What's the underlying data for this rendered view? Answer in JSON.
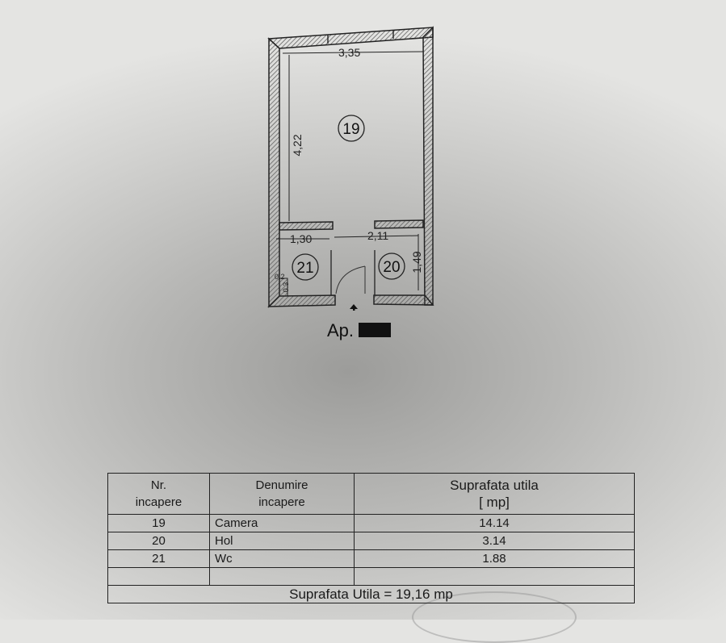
{
  "plan": {
    "dims": {
      "room19_width": "3,35",
      "room19_height": "4,22",
      "room21_width": "1,30",
      "room20_width": "2,11",
      "room20_height": "1,49",
      "wc_small_a": "0,2",
      "wc_small_b": "0.3"
    },
    "rooms": [
      {
        "number": "19"
      },
      {
        "number": "20"
      },
      {
        "number": "21"
      }
    ],
    "apartment_label": "Ap.",
    "entrance_icon": "arrow-up-icon"
  },
  "table": {
    "headers": {
      "number": "Nr.\nincapere",
      "name": "Denumire\nincapere",
      "area": "Suprafata utila\n[ mp]"
    },
    "rows": [
      {
        "number": "19",
        "name": "Camera",
        "area": "14.14"
      },
      {
        "number": "20",
        "name": "Hol",
        "area": "3.14"
      },
      {
        "number": "21",
        "name": "Wc",
        "area": "1.88"
      }
    ],
    "total": "Suprafata Utila = 19,16 mp"
  },
  "colors": {
    "ink": "#1a1a1a",
    "wall_hatch": "#555555"
  }
}
